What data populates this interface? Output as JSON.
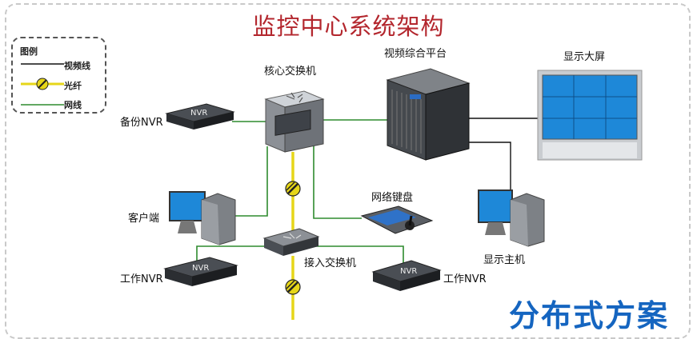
{
  "title": "监控中心系统架构",
  "legend": {
    "title": "图例",
    "items": [
      {
        "label": "视频线",
        "color": "#111111"
      },
      {
        "label": "光纤",
        "color": "#e6d619"
      },
      {
        "label": "网线",
        "color": "#2e8b2e"
      }
    ]
  },
  "nodes": {
    "core_switch": "核心交换机",
    "video_platform": "视频综合平台",
    "display_wall": "显示大屏",
    "backup_nvr": "备份NVR",
    "client": "客户端",
    "keyboard": "网络键盘",
    "display_host": "显示主机",
    "access_switch": "接入交换机",
    "work_nvr_left": "工作NVR",
    "work_nvr_right": "工作NVR"
  },
  "nvr_badge": "NVR",
  "watermark": "分布式方案",
  "colors": {
    "title": "#b3262d",
    "net_line": "#2e8b2e",
    "fiber": "#e6d619",
    "video_line": "#111111",
    "watermark": "#1565c0"
  }
}
